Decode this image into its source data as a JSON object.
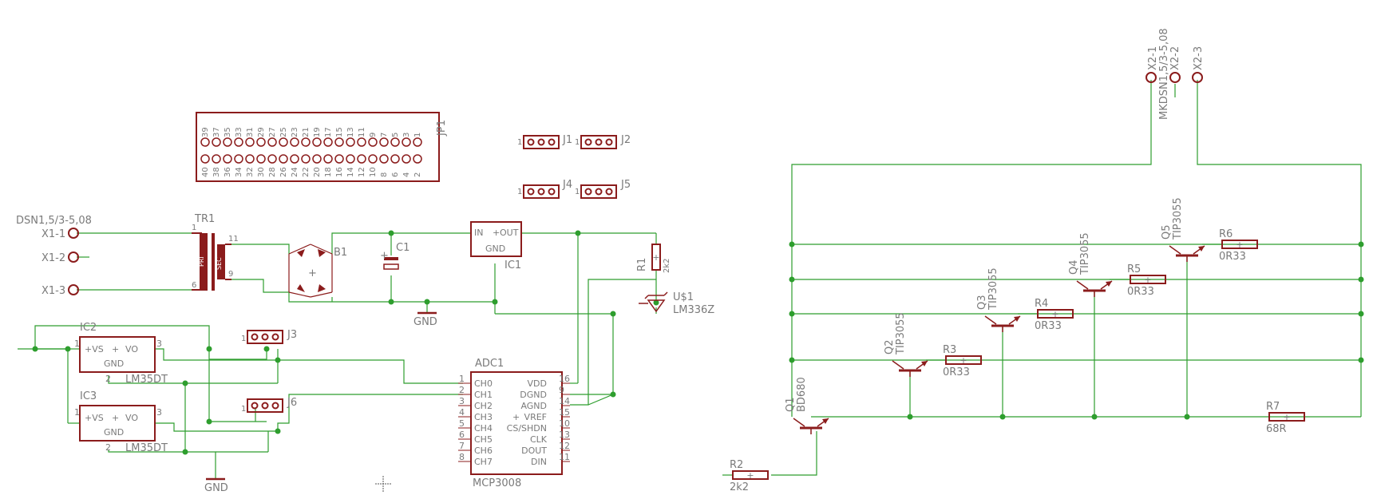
{
  "connectors": {
    "x1": {
      "name": "DSN1,5/3-5,08",
      "pins": [
        "X1-1",
        "X1-2",
        "X1-3"
      ]
    },
    "x2": {
      "name": "MKDSN1,5/3-5,08",
      "pins": [
        "X2-1",
        "X2-2",
        "X2-3"
      ]
    }
  },
  "jp1": {
    "name": "JP1",
    "top_pins": [
      "39",
      "37",
      "35",
      "33",
      "31",
      "29",
      "27",
      "25",
      "23",
      "21",
      "19",
      "17",
      "15",
      "13",
      "11",
      "9",
      "7",
      "5",
      "3",
      "1"
    ],
    "bottom_pins": [
      "40",
      "38",
      "36",
      "34",
      "32",
      "30",
      "28",
      "26",
      "24",
      "22",
      "20",
      "18",
      "16",
      "14",
      "12",
      "10",
      "8",
      "6",
      "4",
      "2"
    ]
  },
  "headers": {
    "j1": "J1",
    "j2": "J2",
    "j3": "J3",
    "j4": "J4",
    "j5": "J5",
    "j6": "J6",
    "one": "1"
  },
  "transformer": {
    "name": "TR1",
    "pri": "PRI",
    "sec": "SEC",
    "pins": {
      "p1": "1",
      "p6": "6",
      "p11": "11",
      "p9": "9"
    }
  },
  "bridge": {
    "name": "B1"
  },
  "cap": {
    "name": "C1"
  },
  "regulator": {
    "name": "IC1",
    "in": "IN",
    "out": "OUT",
    "gnd": "GND"
  },
  "r1": {
    "name": "R1",
    "value": "2k2"
  },
  "ref": {
    "name": "U$1",
    "value": "LM336Z"
  },
  "gnd_label": "GND",
  "ic2": {
    "name": "IC2",
    "value": "LM35DT",
    "vs": "+VS",
    "vo": "VO",
    "gnd": "GND",
    "p1": "1",
    "p2": "2",
    "p3": "3"
  },
  "ic3": {
    "name": "IC3",
    "value": "LM35DT",
    "vs": "+VS",
    "vo": "VO",
    "gnd": "GND",
    "p1": "1",
    "p2": "2",
    "p3": "3"
  },
  "adc": {
    "name": "ADC1",
    "value": "MCP3008",
    "left_pins": [
      {
        "num": "1",
        "name": "CH0"
      },
      {
        "num": "2",
        "name": "CH1"
      },
      {
        "num": "3",
        "name": "CH2"
      },
      {
        "num": "4",
        "name": "CH3"
      },
      {
        "num": "5",
        "name": "CH4"
      },
      {
        "num": "6",
        "name": "CH5"
      },
      {
        "num": "7",
        "name": "CH6"
      },
      {
        "num": "8",
        "name": "CH7"
      }
    ],
    "right_pins": [
      {
        "num": "16",
        "name": "VDD"
      },
      {
        "num": "9",
        "name": "DGND"
      },
      {
        "num": "14",
        "name": "AGND"
      },
      {
        "num": "15",
        "name": "VREF"
      },
      {
        "num": "10",
        "name": "CS/SHDN"
      },
      {
        "num": "13",
        "name": "CLK"
      },
      {
        "num": "12",
        "name": "DOUT"
      },
      {
        "num": "11",
        "name": "DIN"
      }
    ]
  },
  "transistors": [
    {
      "name": "Q1",
      "value": "BD680"
    },
    {
      "name": "Q2",
      "value": "TIP3055"
    },
    {
      "name": "Q3",
      "value": "TIP3055"
    },
    {
      "name": "Q4",
      "value": "TIP3055"
    },
    {
      "name": "Q5",
      "value": "TIP3055"
    }
  ],
  "resistors": [
    {
      "name": "R2",
      "value": "2k2"
    },
    {
      "name": "R3",
      "value": "0R33"
    },
    {
      "name": "R4",
      "value": "0R33"
    },
    {
      "name": "R5",
      "value": "0R33"
    },
    {
      "name": "R6",
      "value": "0R33"
    },
    {
      "name": "R7",
      "value": "68R"
    }
  ]
}
